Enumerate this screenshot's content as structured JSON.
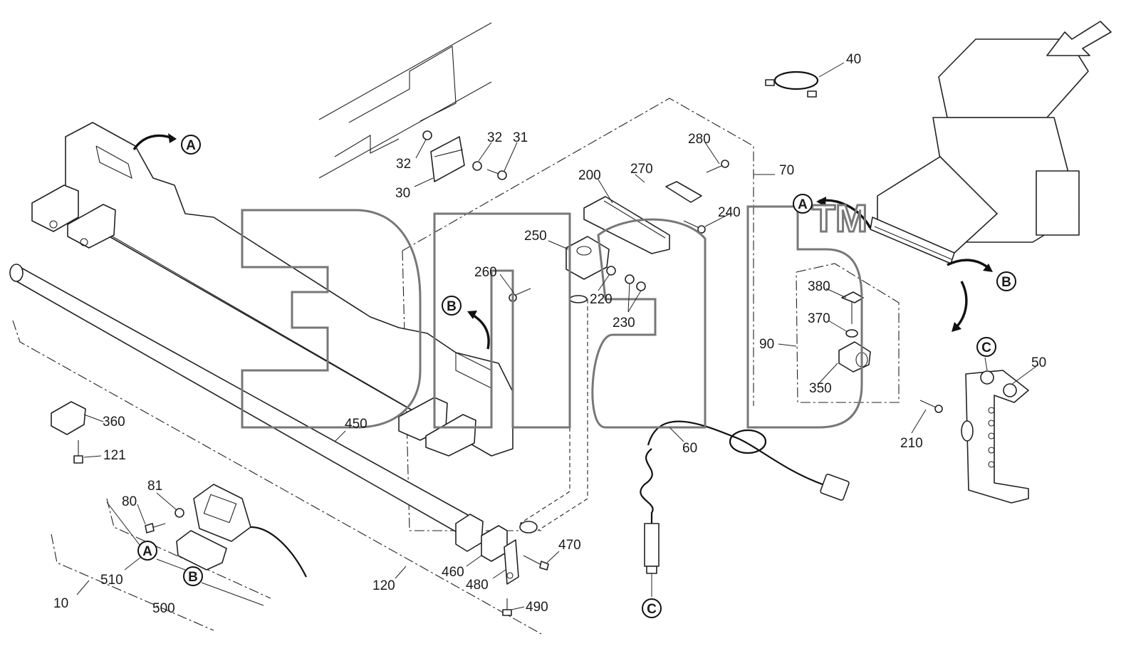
{
  "watermark": {
    "trademark": "TM"
  },
  "part_labels": {
    "p10": "10",
    "p30": "30",
    "p31": "31",
    "p32a": "32",
    "p32b": "32",
    "p40": "40",
    "p50": "50",
    "p60": "60",
    "p70": "70",
    "p80": "80",
    "p81": "81",
    "p90": "90",
    "p120": "120",
    "p121": "121",
    "p200": "200",
    "p210": "210",
    "p220": "220",
    "p230": "230",
    "p240": "240",
    "p250": "250",
    "p260": "260",
    "p270": "270",
    "p280": "280",
    "p350": "350",
    "p360": "360",
    "p370": "370",
    "p380": "380",
    "p450": "450",
    "p460": "460",
    "p470": "470",
    "p480": "480",
    "p490": "490",
    "p500": "500",
    "p510": "510"
  },
  "reference_markers": {
    "a_top": "A",
    "b_mid": "B",
    "a_machine": "A",
    "b_machine": "B",
    "c_bracket": "C",
    "c_cable": "C",
    "a_sensor": "A",
    "b_sensor": "B"
  }
}
